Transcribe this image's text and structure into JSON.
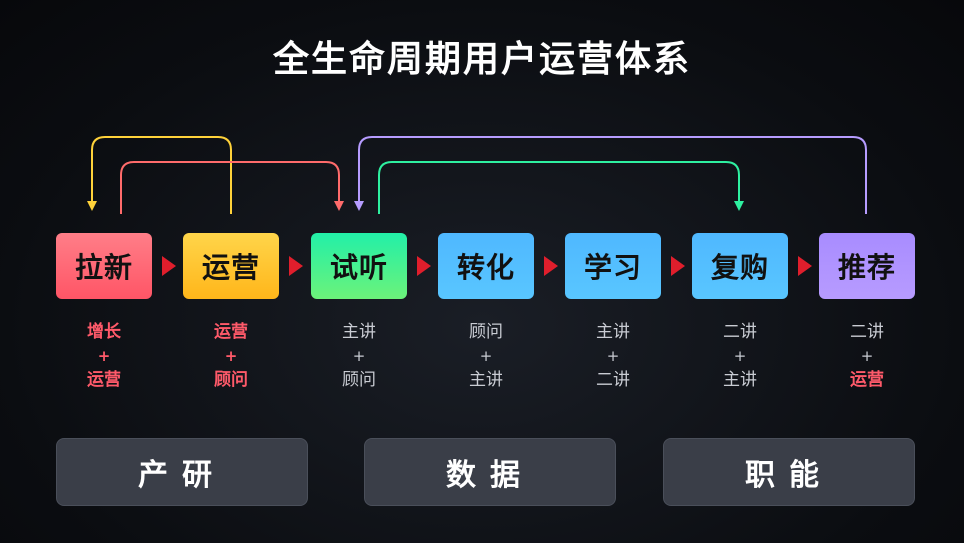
{
  "title": "全生命周期用户运营体系",
  "stages": [
    {
      "label": "拉新",
      "lines": [
        "增长",
        "+",
        "运营"
      ],
      "highlight": [
        true,
        true,
        true
      ]
    },
    {
      "label": "运营",
      "lines": [
        "运营",
        "+",
        "顾问"
      ],
      "highlight": [
        true,
        true,
        true
      ]
    },
    {
      "label": "试听",
      "lines": [
        "主讲",
        "+",
        "顾问"
      ],
      "highlight": [
        false,
        false,
        false
      ]
    },
    {
      "label": "转化",
      "lines": [
        "顾问",
        "+",
        "主讲"
      ],
      "highlight": [
        false,
        false,
        false
      ]
    },
    {
      "label": "学习",
      "lines": [
        "主讲",
        "+",
        "二讲"
      ],
      "highlight": [
        false,
        false,
        false
      ]
    },
    {
      "label": "复购",
      "lines": [
        "二讲",
        "+",
        "主讲"
      ],
      "highlight": [
        false,
        false,
        false
      ]
    },
    {
      "label": "推荐",
      "lines": [
        "二讲",
        "+",
        "运营"
      ],
      "highlight": [
        false,
        false,
        true
      ]
    }
  ],
  "stage_colors": [
    [
      "#ff7e88",
      "#ff5566"
    ],
    [
      "#ffd54a",
      "#ffb61a"
    ],
    [
      "#22f0a8",
      "#6cf27a"
    ],
    [
      "#4fb8ff",
      "#59c6ff"
    ],
    [
      "#4fb8ff",
      "#59c6ff"
    ],
    [
      "#4fb8ff",
      "#59c6ff"
    ],
    [
      "#a88cff",
      "#b79bff"
    ]
  ],
  "separator_color": "#e01e2c",
  "arrow_colors": {
    "yellow": "#ffd23a",
    "red": "#ff6b6b",
    "purple": "#b69cff",
    "green": "#2ef0a0"
  },
  "pillars": [
    "产研",
    "数据",
    "职能"
  ]
}
